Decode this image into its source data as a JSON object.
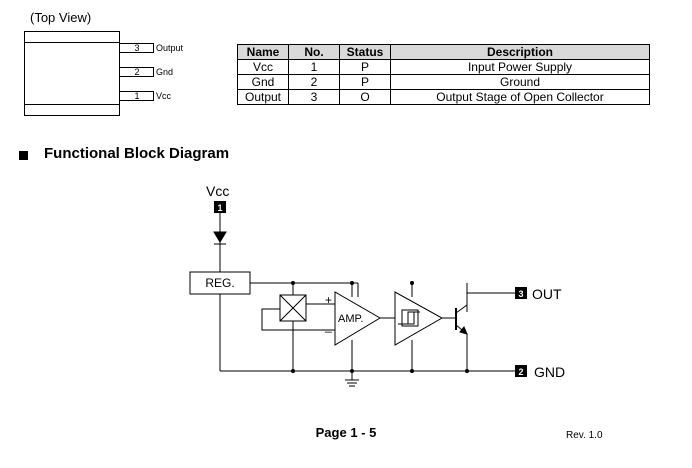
{
  "top_view": {
    "label": "(Top View)",
    "pins": [
      {
        "number": "3",
        "label": "Output"
      },
      {
        "number": "2",
        "label": "Gnd"
      },
      {
        "number": "1",
        "label": "Vcc"
      }
    ]
  },
  "pin_table": {
    "headers": [
      "Name",
      "No.",
      "Status",
      "Description"
    ],
    "rows": [
      [
        "Vcc",
        "1",
        "P",
        "Input Power Supply"
      ],
      [
        "Gnd",
        "2",
        "P",
        "Ground"
      ],
      [
        "Output",
        "3",
        "O",
        "Output Stage of Open Collector"
      ]
    ]
  },
  "section": {
    "title": "Functional Block Diagram"
  },
  "diagram": {
    "vcc_label": "Vcc",
    "vcc_pin": "1",
    "reg_label": "REG.",
    "amp_label": "AMP.",
    "plus_sign": "+",
    "minus_sign": "_",
    "out_pin": "3",
    "out_label": "OUT",
    "gnd_pin": "2",
    "gnd_label": "GND"
  },
  "footer": {
    "page": "Page 1 - 5",
    "revision": "Rev. 1.0"
  }
}
